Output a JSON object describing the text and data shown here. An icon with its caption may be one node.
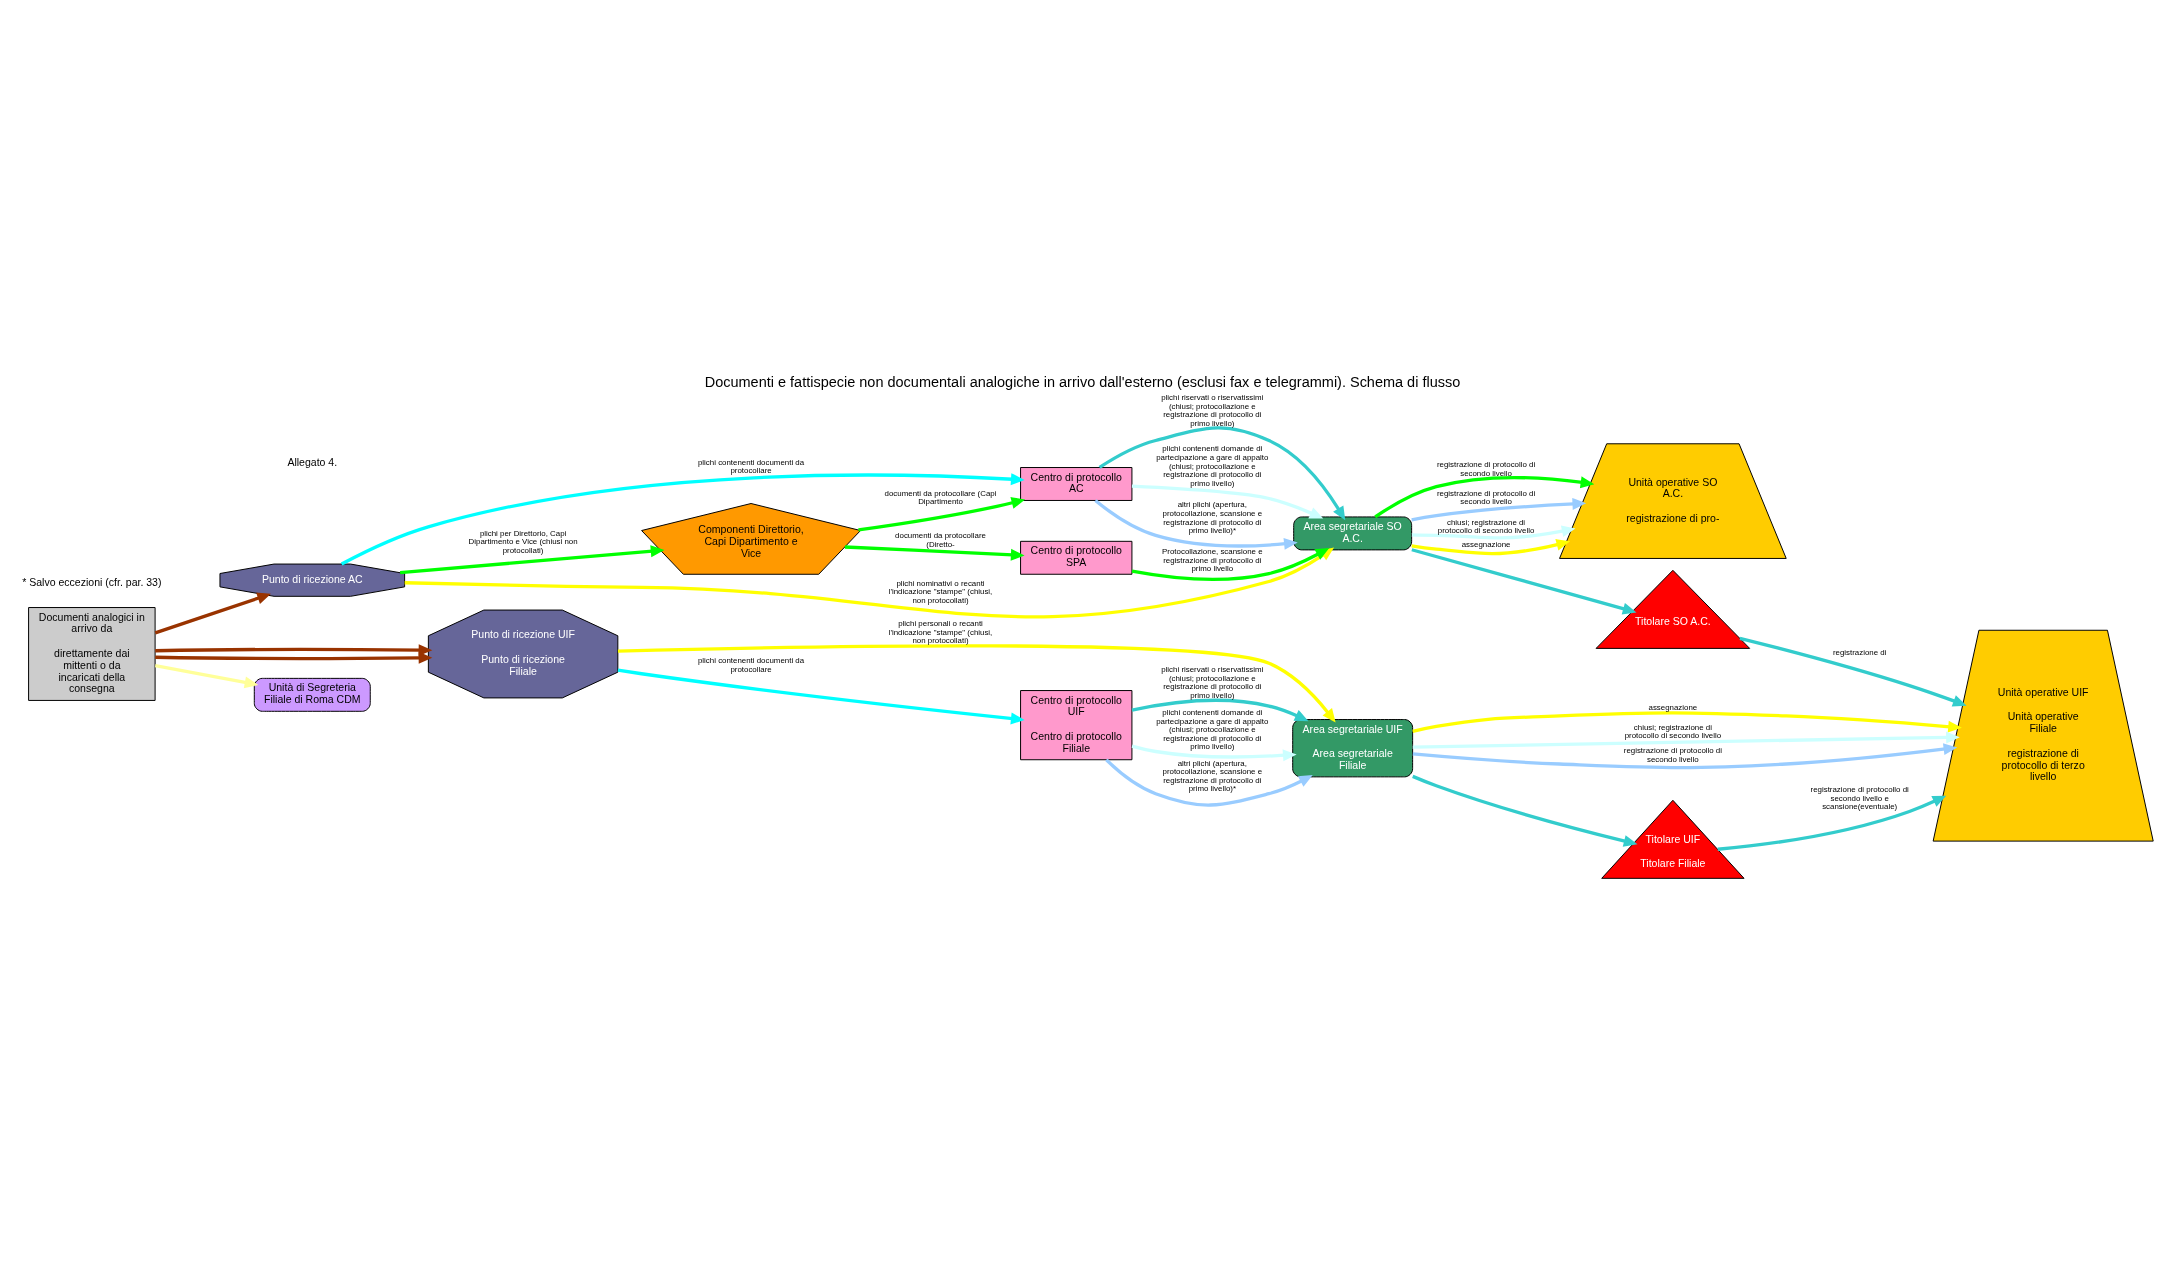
{
  "diagram": {
    "title": "Documenti e fattispecie non documentali analogiche in arrivo dall'esterno (esclusi fax e telegrammi). Schema di flusso",
    "nodes": [
      {
        "text": [
          "Documenti analogici in arrivo da",
          "direttamente dai mittenti o da incaricati della consegna"
        ]
      },
      {
        "text": [
          "Punto di ricezione AC"
        ]
      },
      {
        "text": [
          "Punto di ricezione UIF",
          "Punto di ricezione Filiale"
        ]
      },
      {
        "text": [
          "Componenti Direttorio, Capi Dipartimento e Vice"
        ]
      },
      {
        "text": [
          "Centro di protocollo SPA"
        ]
      },
      {
        "text": [
          "Unità di Segreteria Filiale di Roma CDM"
        ]
      },
      {
        "text": [
          "Centro di protocollo AC"
        ]
      },
      {
        "text": [
          "Area segretariale SO A.C."
        ]
      },
      {
        "text": [
          "Titolare SO A.C."
        ]
      },
      {
        "text": [
          "Centro di protocollo UIF",
          "Centro di protocollo Filiale"
        ]
      },
      {
        "text": [
          "Titolare UIF",
          "Titolare Filiale"
        ]
      },
      {
        "text": [
          "Area segretariale UIF",
          "Area segretariale Filiale"
        ]
      },
      {
        "text": [
          "Unità operative SO A.C.",
          "registrazione di pro-"
        ]
      },
      {
        "text": [
          "Unità operative UIF",
          "Unità operative Filiale",
          "registrazione di protocollo di terzo livello"
        ]
      }
    ],
    "edges": [
      {
        "from": 0,
        "to": 1,
        "arrow": "to",
        "color": "#993300"
      },
      {
        "from": 0,
        "to": 2,
        "arrow": "to",
        "color": "#993300"
      },
      {
        "from": 0,
        "to": 2,
        "arrow": "to",
        "color": "#993300"
      },
      {
        "from": 0,
        "to": 5,
        "arrow": "to",
        "color": "#ffff99"
      },
      {
        "from": 1,
        "to": 3,
        "arrow": "to",
        "color": "#00ff00",
        "label": "plichi per Direttorio, Capi Dipartimento e Vice (chiusi non protocollati)"
      },
      {
        "from": 3,
        "to": 4,
        "arrow": "to",
        "color": "#00ff00",
        "label": "documenti da protocollare (Diretto-"
      },
      {
        "from": 3,
        "to": 6,
        "arrow": "to",
        "color": "#00ff00",
        "label": "documenti da protocollare (Capi Dipartimento"
      },
      {
        "from": 4,
        "to": 7,
        "arrow": "to",
        "color": "#00ff00",
        "label": "Protocollazione, scansione e registrazione di protocollo di primo livello"
      },
      {
        "from": 1,
        "to": 7,
        "arrow": "to",
        "color": "#ffff00",
        "label": "plichi nominativi o recanti l'indicazione \"stampe\" (chiusi, non protocollati)"
      },
      {
        "from": 1,
        "to": 6,
        "arrow": "to",
        "color": "#00ffff",
        "label": "plichi contenenti documenti da protocollare"
      },
      {
        "from": 6,
        "to": 7,
        "arrow": "to",
        "color": "#33cccc",
        "label": "plichi riservati o riservatissimi (chiusi; protocollazione e registrazione di protocollo di primo livello)"
      },
      {
        "from": 6,
        "to": 7,
        "arrow": "to",
        "color": "#ccffff",
        "label": "plichi contenenti domande di partecipazione a gare di appalto (chiusi; protocollazione e registrazione di protocollo di primo livello)"
      },
      {
        "from": 6,
        "to": 7,
        "arrow": "to",
        "color": "#99ccff",
        "label": "altri plichi (apertura, protocollazione, scansione e registrazione di protocollo di primo livello)*"
      },
      {
        "from": 7,
        "to": 8,
        "arrow": "to",
        "color": "#33cccc"
      },
      {
        "from": 7,
        "to": 12,
        "arrow": "to",
        "color": "#99ccff",
        "label": "registrazione di protocollo di secondo livello"
      },
      {
        "from": 7,
        "to": 12,
        "arrow": "to",
        "color": "#ccffff",
        "label": "chiusi; registrazione di protocollo di secondo livello"
      },
      {
        "from": 7,
        "to": 12,
        "arrow": "to",
        "color": "#ffff00",
        "label": "assegnazione"
      },
      {
        "from": 7,
        "to": 12,
        "arrow": "to",
        "color": "#00ff00",
        "label": "registrazione di protocollo di secondo livello"
      },
      {
        "from": 8,
        "to": 13,
        "arrow": "to",
        "color": "#33cccc",
        "label": "registrazione di"
      },
      {
        "from": 2,
        "to": 11,
        "arrow": "to",
        "color": "#ffff00",
        "label": "plichi personali o recanti l'indicazione \"stampe\" (chiusi, non protocollati)"
      },
      {
        "from": 2,
        "to": 9,
        "arrow": "to",
        "color": "#00ffff",
        "label": "plichi contenenti documenti da protocollare"
      },
      {
        "from": 9,
        "to": 11,
        "arrow": "to",
        "color": "#33cccc",
        "label": "plichi riservati o riservatissimi (chiusi; protocollazione e registrazione di protocollo di primo livello)"
      },
      {
        "from": 9,
        "to": 11,
        "arrow": "to",
        "color": "#ccffff",
        "label": "plichi contenenti domande di partecipazione a gare di appalto (chiusi; protocollazione e registrazione di protocollo di primo livello)"
      },
      {
        "from": 9,
        "to": 11,
        "arrow": "to",
        "color": "#99ccff",
        "label": "altri plichi (apertura, protocollazione, scansione e registrazione di protocollo di primo livello)*"
      },
      {
        "from": 11,
        "to": 10,
        "arrow": "to",
        "color": "#33cccc"
      },
      {
        "from": 10,
        "to": 13,
        "arrow": "to",
        "color": "#33cccc",
        "label": "registrazione di protocollo di secondo livello e scansione(eventuale)"
      },
      {
        "from": 11,
        "to": 13,
        "arrow": "to",
        "color": "#ffff00",
        "label": "assegnazione"
      },
      {
        "from": 11,
        "to": 13,
        "arrow": "to",
        "color": "#ccffff",
        "label": "chiusi; registrazione di protocollo di secondo livello"
      },
      {
        "from": 11,
        "to": 13,
        "arrow": "to",
        "color": "#99ccff",
        "label": "registrazione di protocollo di secondo livello"
      }
    ],
    "labels": [
      "Allegato 4.",
      "* Salvo eccezioni (cfr. par. 33)"
    ]
  }
}
